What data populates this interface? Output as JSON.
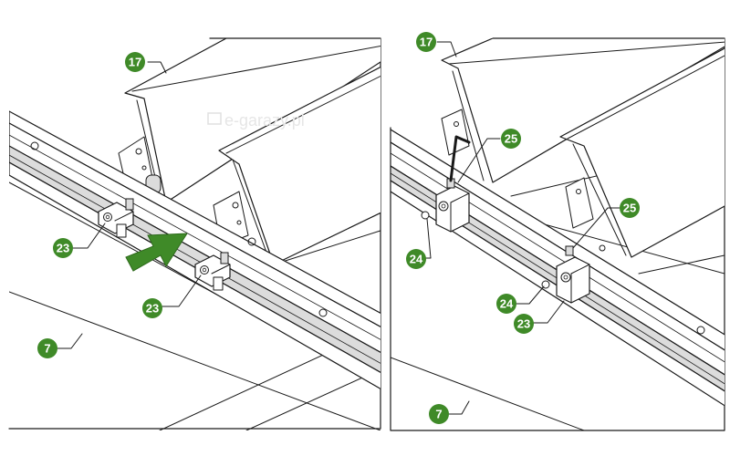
{
  "watermark": "e-garazy.pl",
  "colors": {
    "callout": "#3f8a28",
    "arrow": "#3f8a28",
    "line": "#1a1a1a"
  },
  "callouts": {
    "left_17": "17",
    "left_23_a": "23",
    "left_23_b": "23",
    "left_7": "7",
    "right_17": "17",
    "right_25_a": "25",
    "right_25_b": "25",
    "right_24_a": "24",
    "right_24_b": "24",
    "right_23": "23",
    "right_7": "7"
  },
  "icons": {
    "watermark_logo": "garage-icon",
    "direction": "arrow-icon",
    "tool": "allen-key-icon"
  }
}
